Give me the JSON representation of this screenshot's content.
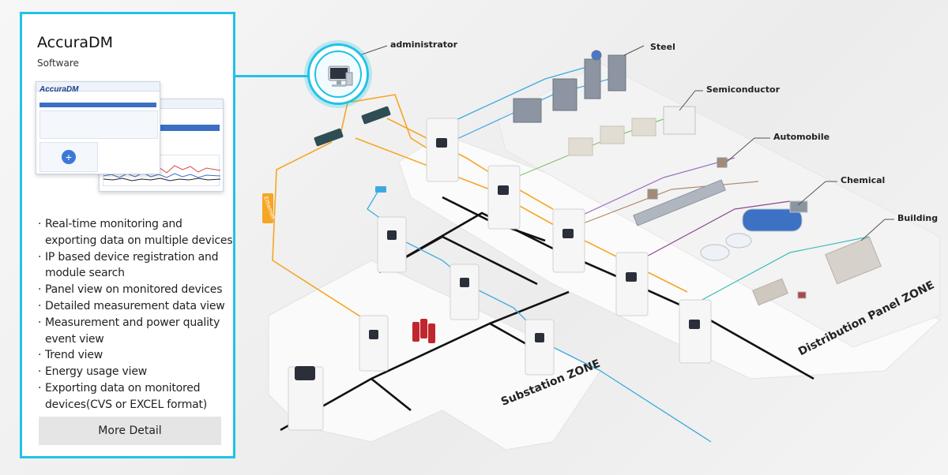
{
  "card": {
    "title": "AccuraDM",
    "subtitle": "Software",
    "screenshot_logo": "AccuraDM",
    "features": [
      "Real-time monitoring and exporting data on multiple devices",
      "IP based device registration and module search",
      "Panel view on monitored devices",
      "Detailed measurement data view",
      "Measurement and power quality event view",
      "Trend view",
      "Energy usage view",
      "Exporting data on monitored devices(CVS or EXCEL format)"
    ],
    "bullet": "·",
    "more_button": "More Detail"
  },
  "diagram": {
    "administrator": "administrator",
    "industries": {
      "steel": "Steel",
      "semiconductor": "Semiconductor",
      "automobile": "Automobile",
      "chemical": "Chemical",
      "building": "Building"
    },
    "ethernet": "Ethernet",
    "substation_zone": "Substation ZONE",
    "distribution_zone": "Distribution Panel ZONE"
  },
  "colors": {
    "accent": "#1fc3e6",
    "ethernet_line": "#f5a623",
    "bus_line": "#111111",
    "comm_line": "#3ea9e0",
    "green_line": "#7cc36e",
    "purple_line": "#9b6fc4",
    "brown_line": "#b48a6a",
    "teal_line": "#3bbfb5"
  }
}
